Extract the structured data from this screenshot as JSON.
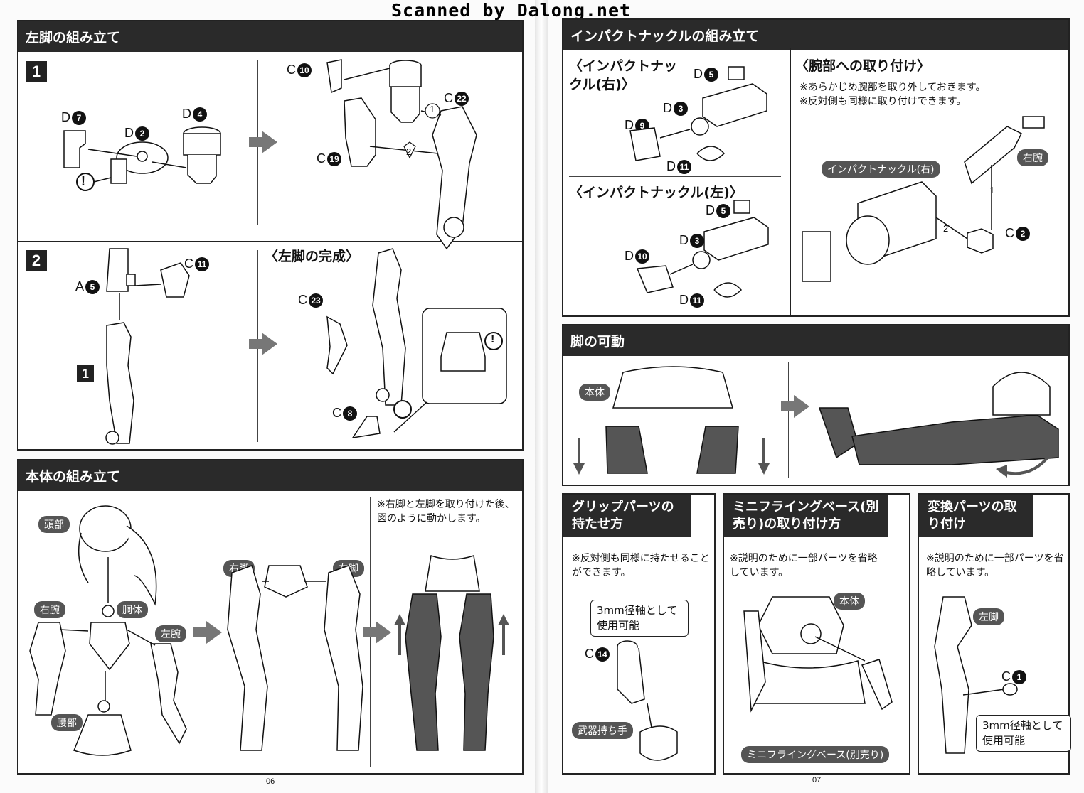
{
  "scan_credit": "Scanned by Dalong.net",
  "left_page": {
    "page_number": "06",
    "section_left_leg": {
      "title": "左脚の組み立て",
      "step1": {
        "number": "1",
        "parts": {
          "d7": "D",
          "d7_num": "7",
          "d2": "D",
          "d2_num": "2",
          "d4": "D",
          "d4_num": "4",
          "c10": "C",
          "c10_num": "10",
          "c22": "C",
          "c22_num": "22",
          "c19": "C",
          "c19_num": "19"
        },
        "markers": {
          "m1": "1",
          "m2": "2"
        },
        "caution": "!"
      },
      "step2": {
        "number": "2",
        "parts": {
          "a5": "A",
          "a5_num": "5",
          "c11": "C",
          "c11_num": "11",
          "c23": "C",
          "c23_num": "23",
          "c8": "C",
          "c8_num": "8"
        },
        "ref_step": "1",
        "subtitle": "〈左脚の完成〉",
        "caution": "!"
      }
    },
    "section_body": {
      "title": "本体の組み立て",
      "tags": {
        "head": "頭部",
        "torso": "胴体",
        "right_arm": "右腕",
        "left_arm": "左腕",
        "waist": "腰部",
        "right_leg": "右脚",
        "left_leg": "左脚"
      },
      "note": "※右脚と左脚を取り付けた後、図のように動かします。"
    }
  },
  "right_page": {
    "page_number": "07",
    "section_knuckle": {
      "title": "インパクトナックルの組み立て",
      "right_sub": "〈インパクトナックル(右)〉",
      "left_sub": "〈インパクトナックル(左)〉",
      "right_parts": {
        "d5": "D",
        "d5_num": "5",
        "d3": "D",
        "d3_num": "3",
        "d9": "D",
        "d9_num": "9",
        "d11": "D",
        "d11_num": "11"
      },
      "left_parts": {
        "d5": "D",
        "d5_num": "5",
        "d3": "D",
        "d3_num": "3",
        "d10": "D",
        "d10_num": "10",
        "d11": "D",
        "d11_num": "11"
      },
      "attach_sub": "〈腕部への取り付け〉",
      "attach_note1": "※あらかじめ腕部を取り外しておきます。",
      "attach_note2": "※反対側も同様に取り付けできます。",
      "tag_knuckle": "インパクトナックル(右)",
      "tag_arm": "右腕",
      "c2": "C",
      "c2_num": "2",
      "markers": {
        "m1": "1",
        "m2": "2"
      }
    },
    "section_leg_move": {
      "title": "脚の可動",
      "tag_body": "本体"
    },
    "section_grip": {
      "title": "グリップパーツの持たせ方",
      "note": "※反対側も同様に持たせることができます。",
      "callout": "3mm径軸として使用可能",
      "part": "C",
      "part_num": "14",
      "tag_hand": "武器持ち手"
    },
    "section_base": {
      "title": "ミニフライングベース(別売り)の取り付け方",
      "note": "※説明のために一部パーツを省略しています。",
      "tag_body": "本体",
      "tag_base": "ミニフライングベース(別売り)"
    },
    "section_convert": {
      "title": "変換パーツの取り付け",
      "note": "※説明のために一部パーツを省略しています。",
      "tag_leg": "左脚",
      "part": "C",
      "part_num": "1",
      "callout": "3mm径軸として使用可能"
    }
  }
}
